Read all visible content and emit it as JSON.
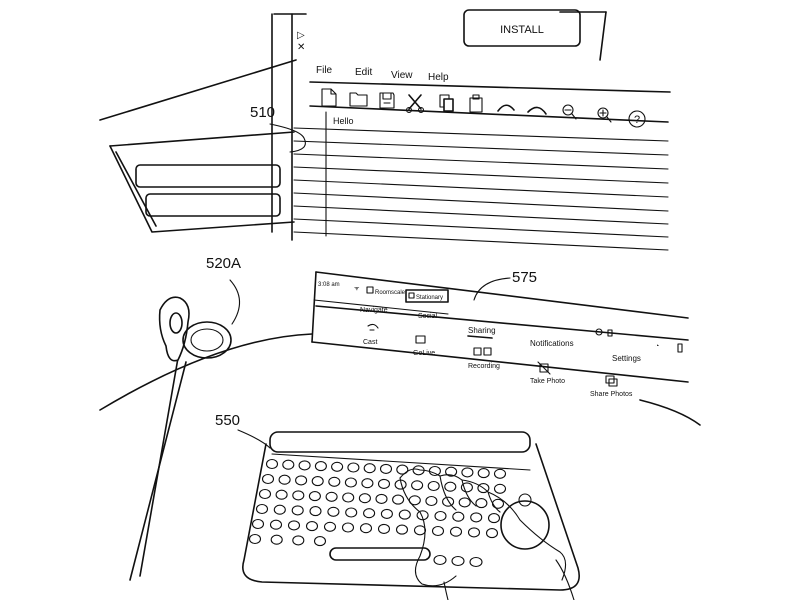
{
  "refs": {
    "window": "510",
    "controller": "520A",
    "keyboard": "550",
    "panel": "575"
  },
  "window": {
    "install_label": "INSTALL",
    "menu": [
      "File",
      "Edit",
      "View",
      "Help"
    ],
    "toolbar_icons": [
      "new-file-icon",
      "open-folder-icon",
      "save-icon",
      "cut-icon",
      "copy-icon",
      "paste-icon",
      "undo-icon",
      "redo-icon",
      "zoom-out-icon",
      "zoom-in-icon",
      "help-icon"
    ],
    "document_text": "Hello"
  },
  "panel": {
    "time": "3:08 am",
    "status_chips": [
      "Roomscale",
      "Stationary"
    ],
    "tabs": [
      "Navigate",
      "Social",
      "Sharing",
      "Notifications",
      "Settings"
    ],
    "actions": [
      "Cast",
      "GoLive",
      "Recording",
      "Take Photo",
      "Share Photos"
    ]
  }
}
